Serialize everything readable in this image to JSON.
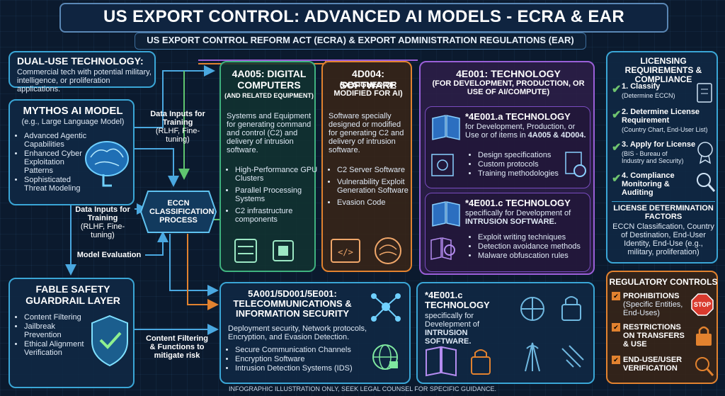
{
  "title": "US EXPORT CONTROL: ADVANCED AI MODELS - ECRA & EAR APPLICATION",
  "subtitle": "US EXPORT CONTROL REFORM ACT (ECRA) & EXPORT ADMINISTRATION REGULATIONS (EAR)",
  "dual_use": {
    "heading": "DUAL-USE TECHNOLOGY:",
    "text": "Commercial tech with potential military, intelligence, or proliferation applications."
  },
  "mythos": {
    "heading": "MYTHOS AI MODEL",
    "sub": "(e.g., Large Language Model)",
    "items": [
      "Advanced Agentic Capabilities",
      "Enhanced Cyber Exploitation Patterns",
      "Sophisticated Threat Modeling"
    ]
  },
  "fable": {
    "heading": "FABLE SAFETY GUARDRAIL LAYER",
    "items": [
      "Content Filtering",
      "Jailbreak Prevention",
      "Ethical Alignment Verification"
    ]
  },
  "flow_labels": {
    "data_inputs_top": "Data Inputs for Training",
    "data_inputs_top_sub": "(RLHF, Fine-tuning)",
    "data_inputs_mid": "Data Inputs for Training",
    "data_inputs_mid_sub": "(RLHF, Fine-tuning)",
    "model_eval": "Model Evaluation",
    "content_filter": "Content Filtering & Functions to mitigate risk"
  },
  "eccn": {
    "label": "ECCN CLASSIFICATION PROCESS"
  },
  "c4a005": {
    "heading": "4A005: DIGITAL COMPUTERS",
    "sub": "(AND RELATED EQUIPMENT)",
    "desc": "Systems and Equipment for generating command and control (C2) and delivery of intrusion software.",
    "items": [
      "High-Performance GPU Clusters",
      "Parallel Processing Systems",
      "C2 infrastructure components"
    ]
  },
  "c4d004": {
    "heading": "4D004: SOFTWARE",
    "sub": "(DESIGNED OR MODIFIED FOR AI)",
    "desc": "Software specially designed or modified for generating C2 and delivery of intrusion software.",
    "items": [
      "C2 Server Software",
      "Vulnerability Exploit Generation Software",
      "Evasion Code"
    ]
  },
  "c4e001": {
    "heading": "4E001: TECHNOLOGY",
    "sub": "(FOR DEVELOPMENT, PRODUCTION, OR USE OF AI/COMPUTE)",
    "a_heading": "*4E001.a TECHNOLOGY",
    "a_text_1": "for Development, Production, or Use or of items in ",
    "a_text_bold": "4A005 & 4D004.",
    "a_items": [
      "Design specifications",
      "Custom protocols",
      "Training methodologies"
    ],
    "c_heading": "*4E001.c TECHNOLOGY",
    "c_text_1": "specifically for Development of ",
    "c_text_bold": "INTRUSION SOFTWARE.",
    "c_items": [
      "Exploit writing techniques",
      "Detection avoidance methods",
      "Malware obfuscation rules"
    ]
  },
  "c5a001": {
    "heading": "5A001/5D001/5E001: TELECOMMUNICATIONS & INFORMATION SECURITY",
    "desc": "Deployment security, Network protocols, Encryption, and Evasion Detection.",
    "items": [
      "Secure Communication Channels",
      "Encryption Software",
      "Intrusion Detection Systems (IDS)"
    ]
  },
  "c4e001c_small": {
    "heading": "*4E001.c TECHNOLOGY",
    "text_1": "specifically for Develepment of ",
    "text_bold": "INTRUSION SOFTWARE."
  },
  "licensing": {
    "heading": "LICENSING REQUIREMENTS & COMPLIANCE",
    "steps": [
      {
        "title": "1. Classify",
        "sub": "(Determine ECCN)"
      },
      {
        "title": "2. Determine License Requirement",
        "sub": "(Country Chart, End-User List)"
      },
      {
        "title": "3. Apply for License",
        "sub": "(BIS - Bureau of Industry and Security)"
      },
      {
        "title": "4. Compliance Monitoring & Auditing",
        "sub": ""
      }
    ],
    "factors_heading": "LICENSE DETERMINATION FACTORS",
    "factors_text": "ECCN Classification, Country of Destination, End-User Identity, End-Use (e.g., military, proliferation)"
  },
  "regulatory": {
    "heading": "REGULATORY CONTROLS",
    "items": [
      {
        "title": "PROHIBITIONS",
        "sub": "(Specific Entities, End-Uses)",
        "badge": "STOP"
      },
      {
        "title": "RESTRICTIONS ON TRANSFERS & USE",
        "sub": ""
      },
      {
        "title": "END-USE/USER VERIFICATION",
        "sub": ""
      }
    ]
  },
  "footer": "INFOGRAPHIC ILLUSTRATION ONLY, SEEK LEGAL COUNSEL FOR SPECIFIC GUIDANCE.",
  "colors": {
    "cyan": "#3aa6d6",
    "green": "#3fb27f",
    "orange": "#e2822f",
    "purple": "#9a5fd8",
    "bg": "#0b1a2e"
  }
}
